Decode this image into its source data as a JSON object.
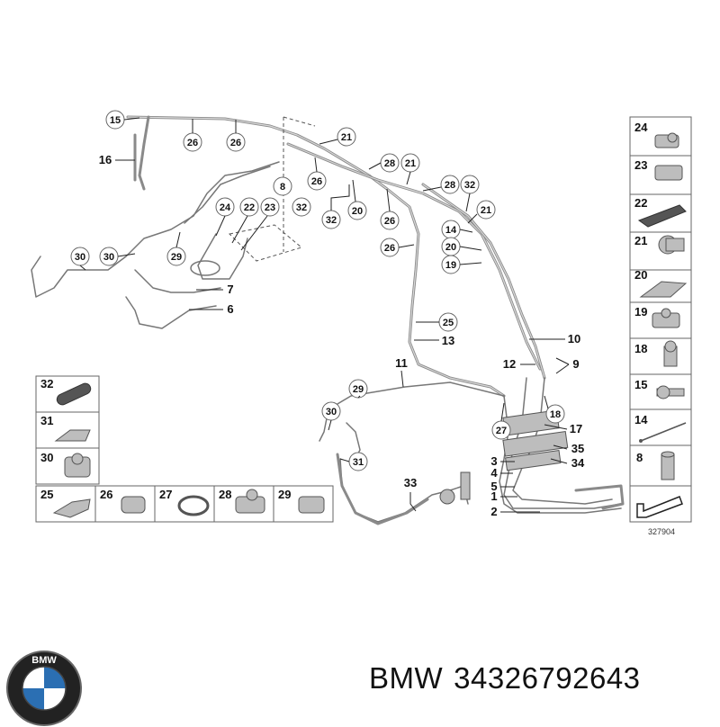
{
  "diagram": {
    "callouts": {
      "c15": "15",
      "c16": "16",
      "c26a": "26",
      "c26b": "26",
      "c26c": "26",
      "c26d": "26",
      "c26e": "26",
      "c21a": "21",
      "c21b": "21",
      "c21c": "21",
      "c28a": "28",
      "c28b": "28",
      "c32a": "32",
      "c32b": "32",
      "c32c": "32",
      "c8": "8",
      "c20a": "20",
      "c20b": "20",
      "c14": "14",
      "c19": "19",
      "c24": "24",
      "c22": "22",
      "c23": "23",
      "c29a": "29",
      "c29b": "29",
      "c30a": "30",
      "c30b": "30",
      "c30c": "30",
      "c7": "7",
      "c6": "6",
      "c25": "25",
      "c13": "13",
      "c10": "10",
      "c11": "11",
      "c12": "12",
      "c9": "9",
      "c27": "27",
      "c18": "18",
      "c17": "17",
      "c35": "35",
      "c34": "34",
      "c3": "3",
      "c4": "4",
      "c5": "5",
      "c1": "1",
      "c2": "2",
      "c31": "31",
      "c33": "33"
    },
    "catalog_right": [
      "24",
      "23",
      "22",
      "21",
      "20",
      "19",
      "18",
      "15",
      "14",
      "8"
    ],
    "catalog_left_top": [
      "32",
      "31",
      "30"
    ],
    "catalog_bottom": [
      "25",
      "26",
      "27",
      "28",
      "29"
    ],
    "image_number": "327904"
  },
  "footer": {
    "brand": "BMW",
    "part_number": "34326792643",
    "logo_letters": "BMW"
  }
}
